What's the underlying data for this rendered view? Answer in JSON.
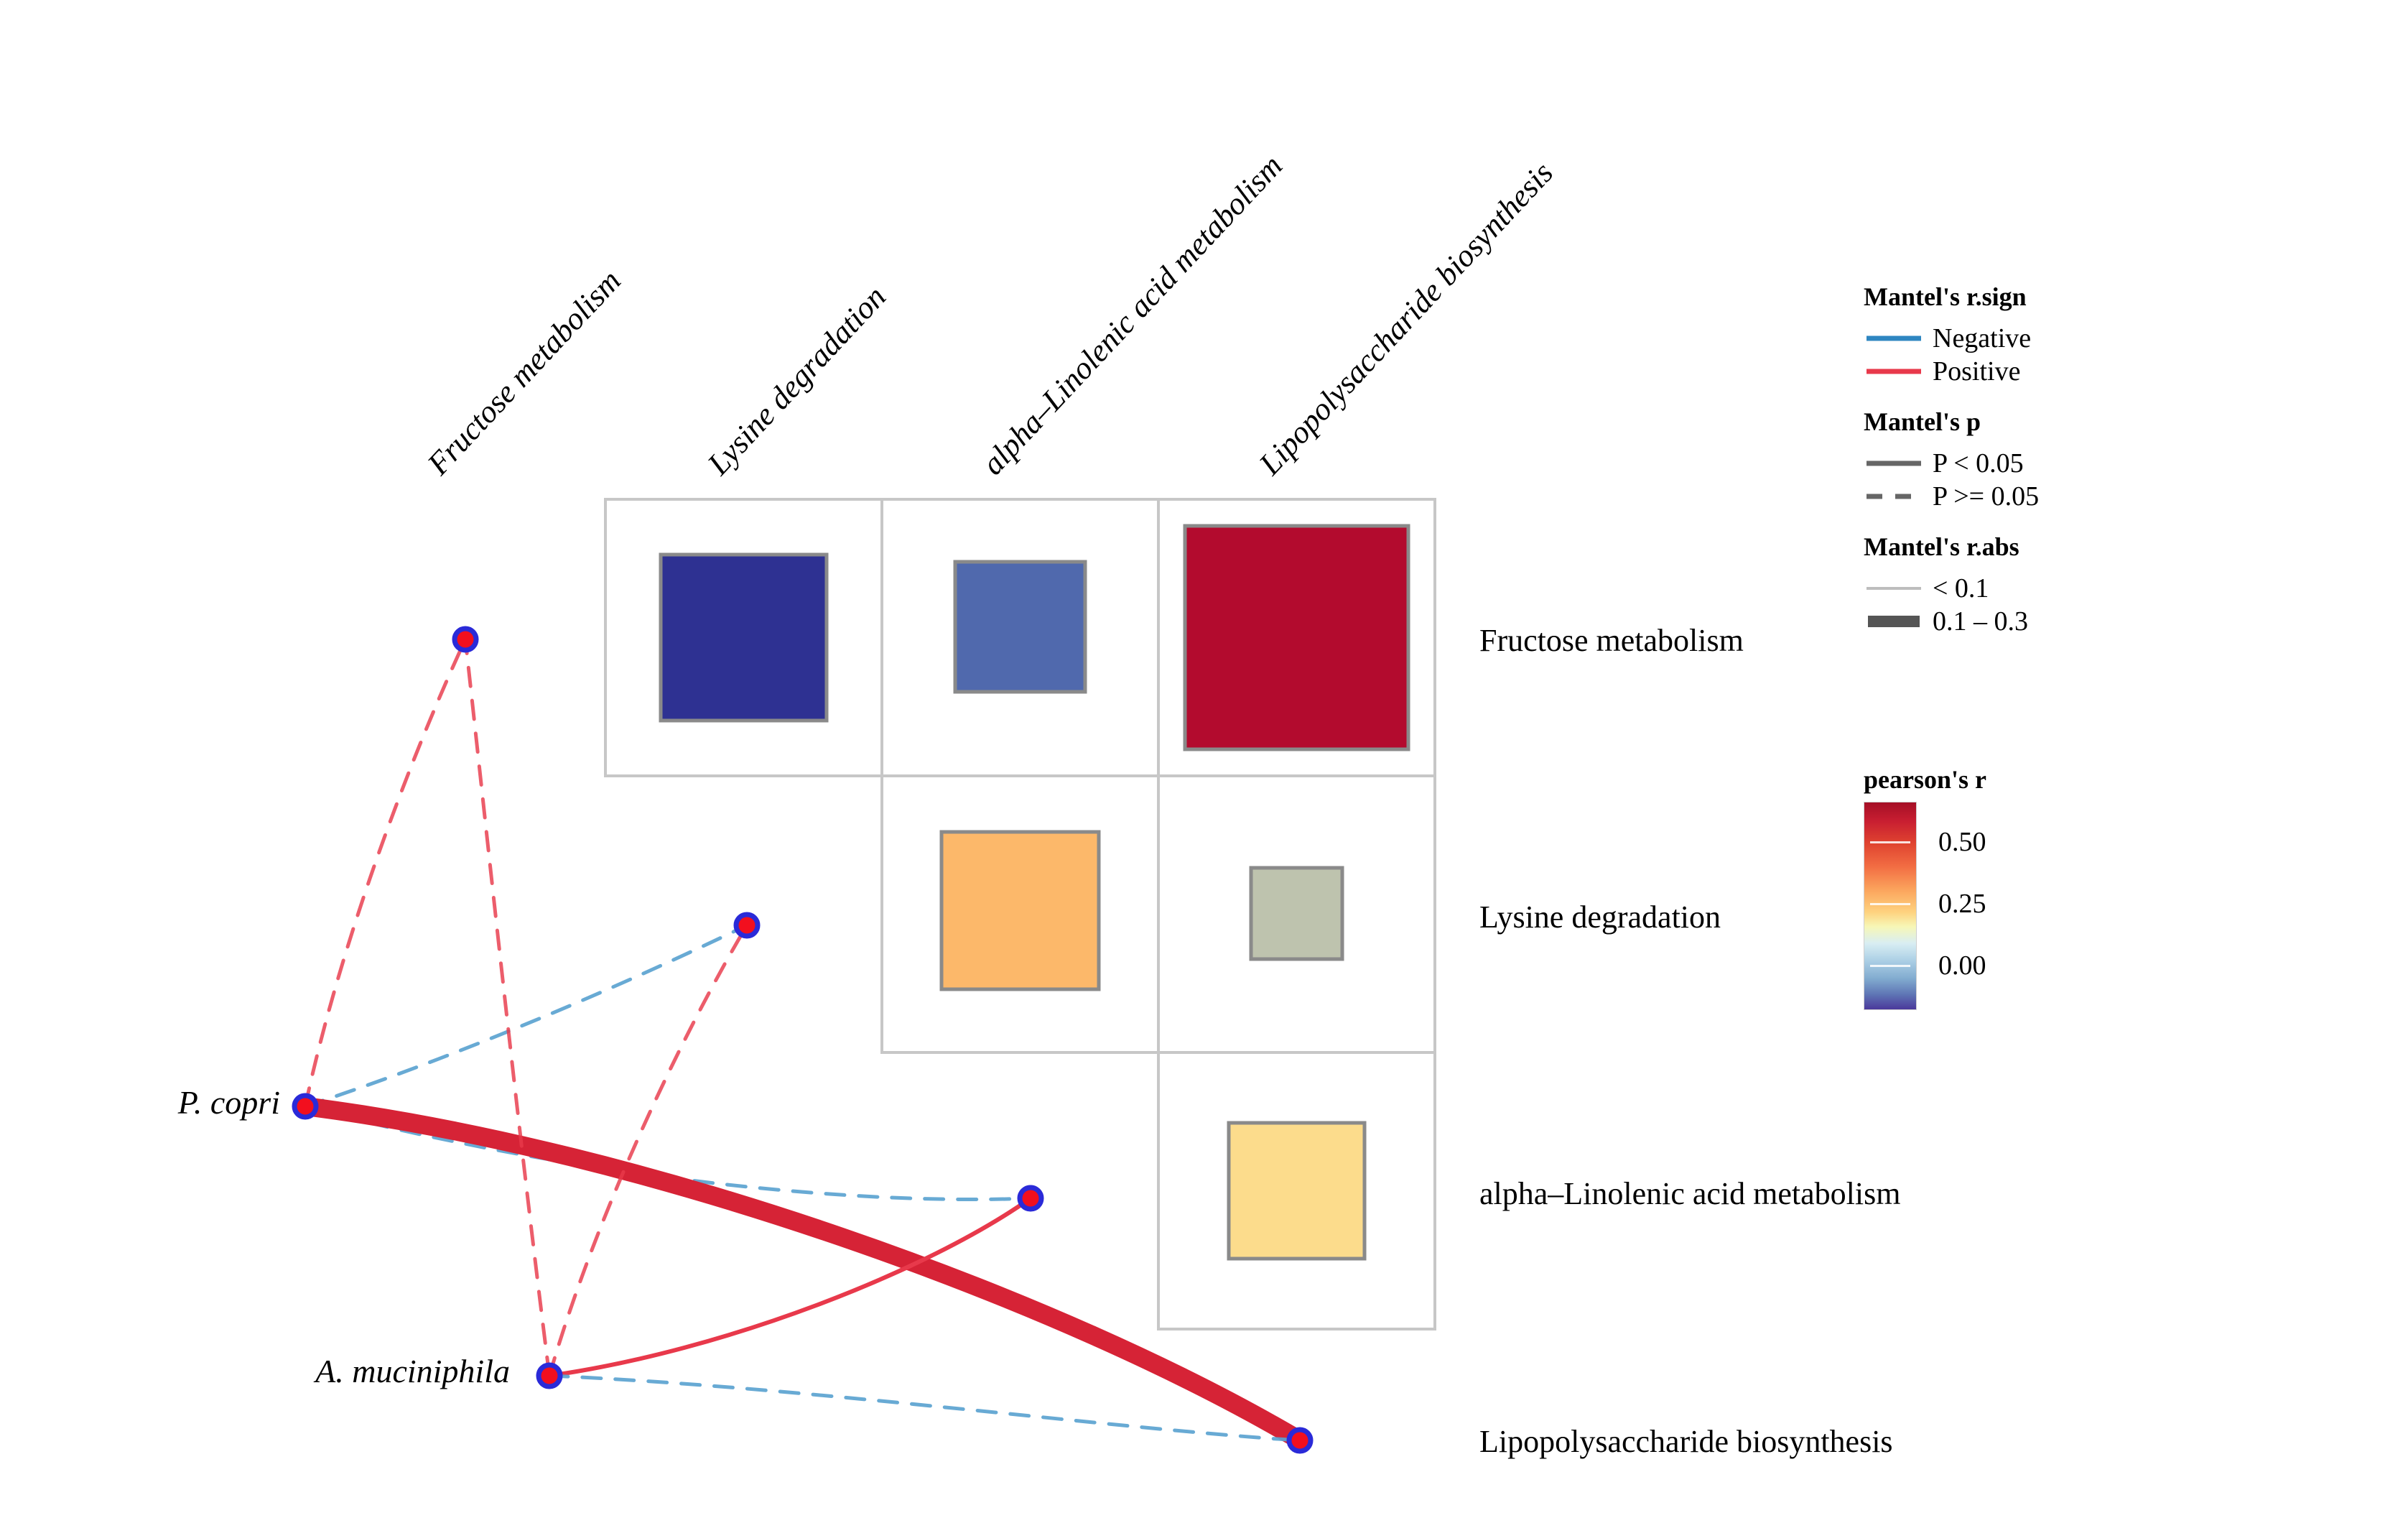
{
  "figure": {
    "type": "mantel-test-correlation-matrix",
    "background": "#ffffff"
  },
  "matrix": {
    "columns": [
      "Fructose metabolism",
      "Lysine degradation",
      "alpha–Linolenic acid metabolism",
      "Lipopolysaccharide biosynthesis"
    ],
    "rows": [
      "Fructose metabolism",
      "Lysine degradation",
      "alpha–Linolenic acid metabolism",
      "Lipopolysaccharide biosynthesis"
    ],
    "cell_border_color": "#c7c7c7",
    "square_border_color": "#8a8a8a"
  },
  "network": {
    "taxa": [
      "P. copri",
      "A. muciniphila"
    ],
    "node_fill": "#f20f1e",
    "node_stroke": "#2a2ad8",
    "edge_positive_color": "#e8394b",
    "edge_negative_color": "#5ba3d0",
    "edge_strong_color": "#d62336"
  },
  "legend": {
    "sign": {
      "title": "Mantel's r.sign",
      "items": [
        {
          "label": "Negative",
          "color": "#2e86c1",
          "style": "solid"
        },
        {
          "label": "Positive",
          "color": "#e8394b",
          "style": "solid"
        }
      ]
    },
    "p": {
      "title": "Mantel's p",
      "items": [
        {
          "label": "P < 0.05",
          "color": "#666666",
          "style": "solid"
        },
        {
          "label": "P >= 0.05",
          "color": "#666666",
          "style": "dashed"
        }
      ]
    },
    "rabs": {
      "title": "Mantel's r.abs",
      "items": [
        {
          "label": "< 0.1",
          "color": "#bdbdbd",
          "style": "solid",
          "width": 3
        },
        {
          "label": "0.1 – 0.3",
          "color": "#555555",
          "style": "solid",
          "width": 13
        }
      ]
    },
    "colorbar": {
      "title": "pearson's r",
      "ticks": [
        "0.50",
        "0.25",
        "0.00"
      ],
      "tick_values": [
        0.5,
        0.25,
        0.0
      ],
      "gradient_top_color": "#a50f26",
      "gradient_bottom_color": "#4b389b"
    }
  },
  "chart_data": {
    "type": "heatmap",
    "title": "",
    "xlabel": "",
    "ylabel": "",
    "legend_position": "right",
    "grid": true,
    "categories": [
      "Fructose metabolism",
      "Lysine degradation",
      "alpha–Linolenic acid metabolism",
      "Lipopolysaccharide biosynthesis"
    ],
    "colorbar_label": "pearson's r",
    "colorbar_ticks": [
      0.0,
      0.25,
      0.5
    ],
    "cells": [
      {
        "row": "Fructose metabolism",
        "col": "Fructose metabolism",
        "r": -0.35,
        "color": "#2e3192",
        "size": 0.6
      },
      {
        "row": "Fructose metabolism",
        "col": "Lysine degradation",
        "r": -0.18,
        "color": "#5069ad",
        "size": 0.47
      },
      {
        "row": "Fructose metabolism",
        "col": "alpha–Linolenic acid metabolism",
        "r": 0.72,
        "color": "#b30b2e",
        "size": 0.9
      },
      {
        "row": "Lysine degradation",
        "col": "Lysine degradation",
        "r": 0.42,
        "color": "#fcb86a",
        "size": 0.62
      },
      {
        "row": "Lysine degradation",
        "col": "alpha–Linolenic acid metabolism",
        "r": 0.12,
        "color": "#bec3ae",
        "size": 0.36
      },
      {
        "row": "alpha–Linolenic acid metabolism",
        "col": "alpha–Linolenic acid metabolism",
        "r": 0.3,
        "color": "#fcdc8c",
        "size": 0.55
      }
    ],
    "mantel_edges": [
      {
        "taxon": "P. copri",
        "pathway": "Fructose metabolism",
        "r_sign": "Positive",
        "p": ">= 0.05",
        "r_abs": "< 0.1"
      },
      {
        "taxon": "P. copri",
        "pathway": "Lysine degradation",
        "r_sign": "Negative",
        "p": ">= 0.05",
        "r_abs": "< 0.1"
      },
      {
        "taxon": "P. copri",
        "pathway": "alpha–Linolenic acid metabolism",
        "r_sign": "Negative",
        "p": ">= 0.05",
        "r_abs": "< 0.1"
      },
      {
        "taxon": "P. copri",
        "pathway": "Lipopolysaccharide biosynthesis",
        "r_sign": "Positive",
        "p": "< 0.05",
        "r_abs": "0.1 – 0.3"
      },
      {
        "taxon": "A. muciniphila",
        "pathway": "Fructose metabolism",
        "r_sign": "Positive",
        "p": ">= 0.05",
        "r_abs": "< 0.1"
      },
      {
        "taxon": "A. muciniphila",
        "pathway": "Lysine degradation",
        "r_sign": "Positive",
        "p": ">= 0.05",
        "r_abs": "< 0.1"
      },
      {
        "taxon": "A. muciniphila",
        "pathway": "alpha–Linolenic acid metabolism",
        "r_sign": "Positive",
        "p": "< 0.05",
        "r_abs": "< 0.1"
      },
      {
        "taxon": "A. muciniphila",
        "pathway": "Lipopolysaccharide biosynthesis",
        "r_sign": "Negative",
        "p": ">= 0.05",
        "r_abs": "< 0.1"
      }
    ]
  }
}
